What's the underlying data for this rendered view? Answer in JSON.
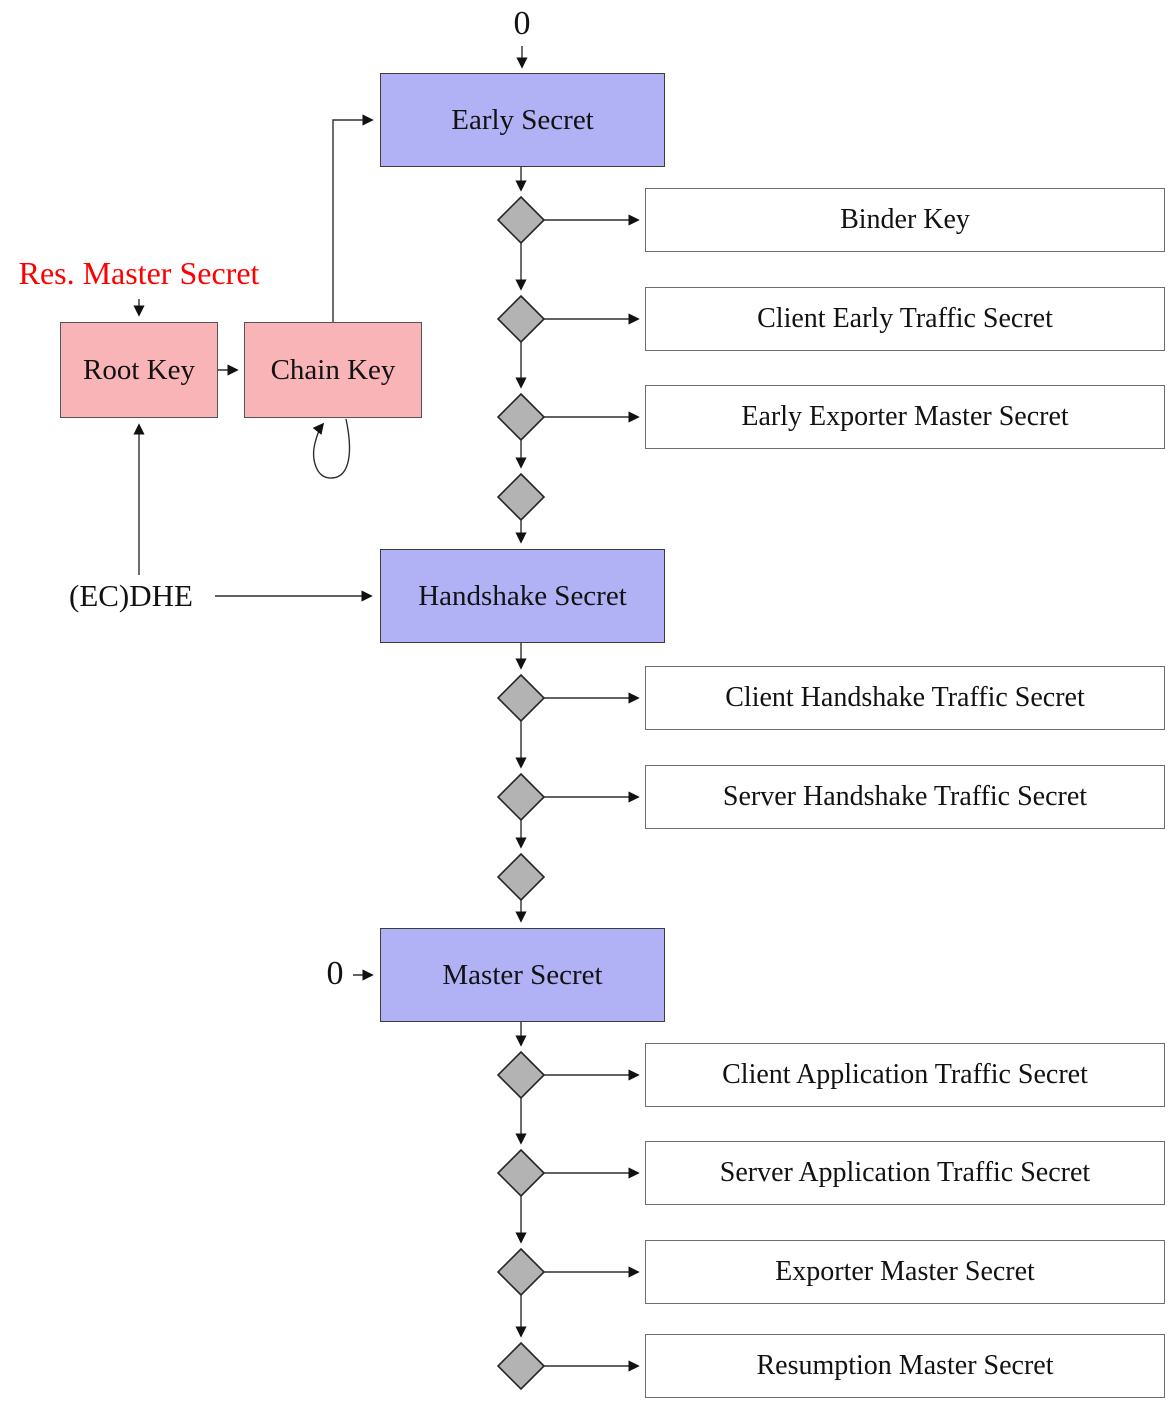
{
  "colors": {
    "secret_fill": "#b1b1f5",
    "key_fill": "#f9b4b8",
    "diamond_fill": "#b3b3b3",
    "accent_red": "#fe0000",
    "line": "#2f2f2f"
  },
  "labels": {
    "zero_top": "0",
    "zero_master": "0",
    "res_master_secret": "Res. Master Secret",
    "ecdhe": "(EC)DHE"
  },
  "nodes": {
    "early_secret": "Early Secret",
    "handshake_secret": "Handshake Secret",
    "master_secret": "Master Secret",
    "root_key": "Root Key",
    "chain_key": "Chain Key"
  },
  "outputs": {
    "early": [
      "Binder Key",
      "Client Early Traffic Secret",
      "Early Exporter Master Secret"
    ],
    "handshake": [
      "Client Handshake Traffic Secret",
      "Server Handshake Traffic Secret"
    ],
    "master": [
      "Client Application Traffic Secret",
      "Server Application Traffic Secret",
      "Exporter Master Secret",
      "Resumption Master Secret"
    ]
  }
}
